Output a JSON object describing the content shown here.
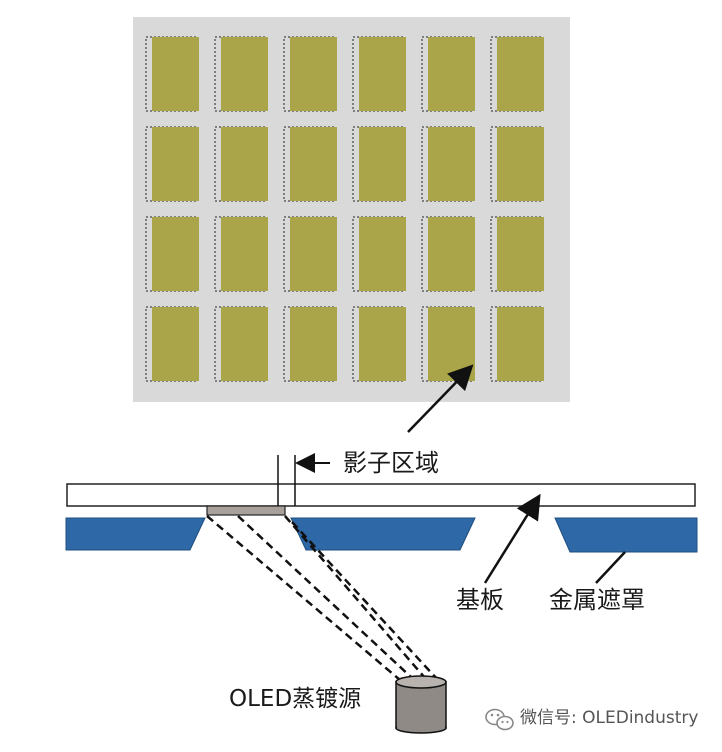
{
  "labels": {
    "shadow_area": "影子区域",
    "substrate": "基板",
    "metal_mask": "金属遮罩",
    "source": "OLED蒸镀源"
  },
  "watermark": {
    "text": "微信号: OLEDindustry",
    "icon": "wechat-icon"
  },
  "grid": {
    "rows": 4,
    "cols": 6
  },
  "colors": {
    "panel_bg": "#d9d9d9",
    "pixel_fill": "#a9a548",
    "mask_fill": "#2e68a6",
    "shadow_fill": "#a8a09a",
    "source_fill": "#8f8a86"
  }
}
